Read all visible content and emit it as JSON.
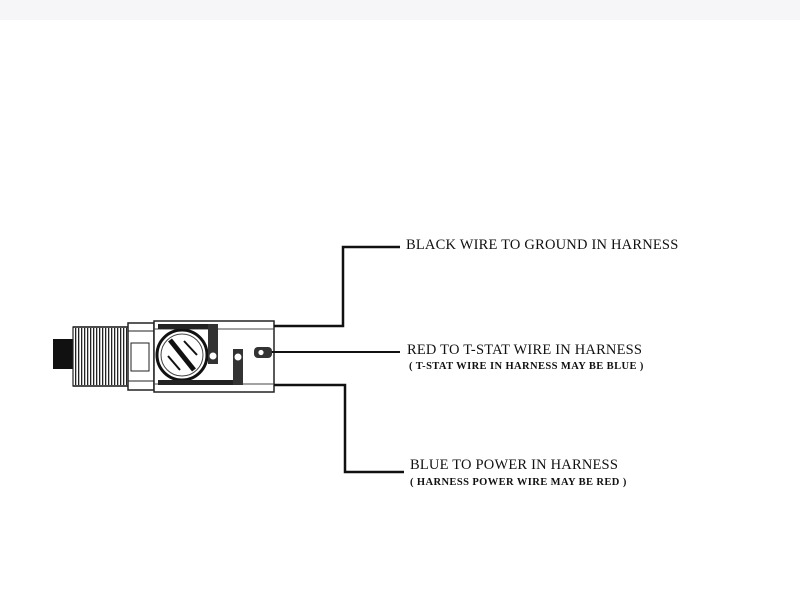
{
  "diagram": {
    "labels": {
      "black_wire": "BLACK WIRE TO GROUND IN HARNESS",
      "red_wire": "RED TO T-STAT WIRE IN HARNESS",
      "red_wire_note": "( T-STAT WIRE IN HARNESS MAY BE BLUE )",
      "blue_wire": "BLUE TO POWER IN HARNESS",
      "blue_wire_note": "( HARNESS POWER WIRE MAY BE RED )"
    },
    "colors": {
      "ink": "#111111",
      "background": "#ffffff",
      "scan_band": "#f6f6f8"
    }
  }
}
